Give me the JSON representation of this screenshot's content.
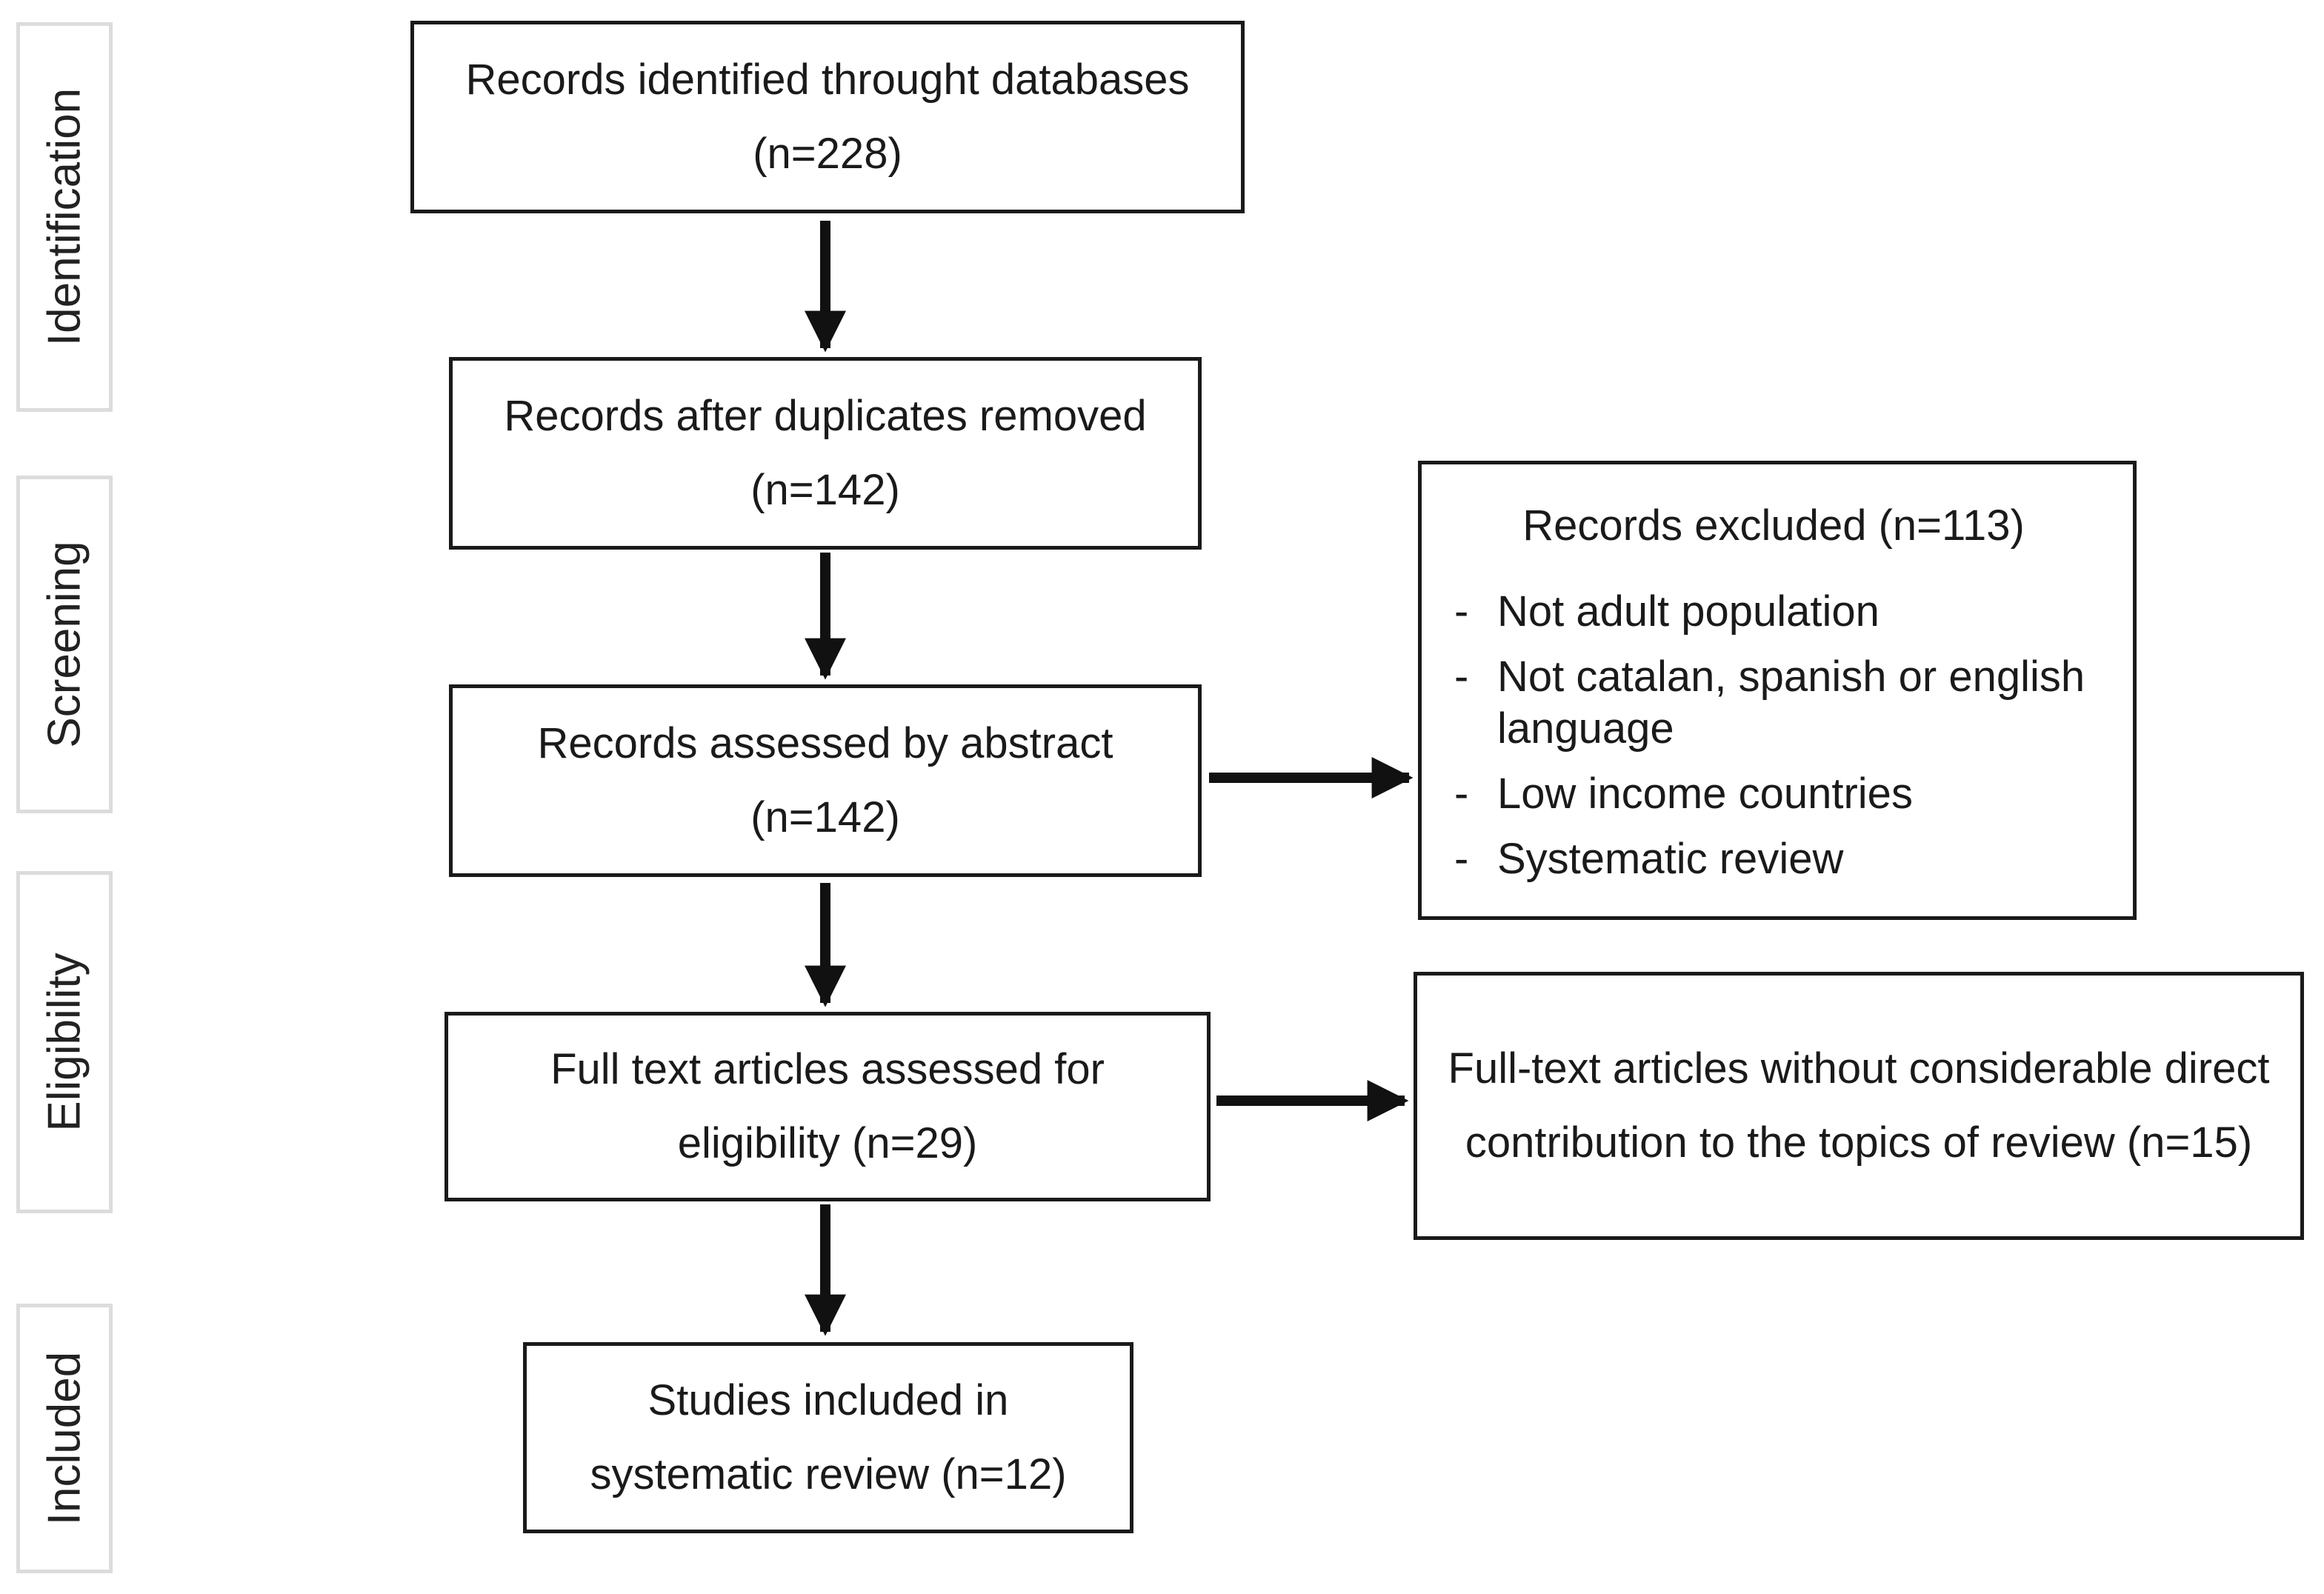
{
  "phases": {
    "identification": "Identification",
    "screening": "Screening",
    "eligibility": "Eligibility",
    "included": "Included"
  },
  "boxes": {
    "identified": "Records identified throught databases (n=228)",
    "duplicates_removed": "Records after duplicates removed (n=142)",
    "assessed_abstract": "Records assessed by abstract (n=142)",
    "full_text_assessed": "Full text articles assessed for eligibility (n=29)",
    "included_studies": "Studies included in systematic review (n=12)",
    "excluded_full_text": "Full-text articles without considerable direct contribution to the topics of review (n=15)"
  },
  "excluded": {
    "title": "Records excluded (n=113)",
    "reasons": [
      "Not adult population",
      "Not catalan, spanish or english language",
      "Low income countries",
      "Systematic review"
    ]
  }
}
